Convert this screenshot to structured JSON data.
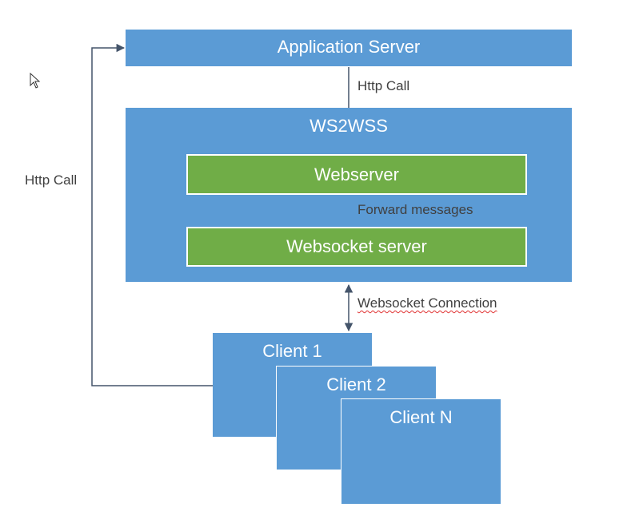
{
  "nodes": {
    "app_server": "Application Server",
    "ws2wss": "WS2WSS",
    "webserver": "Webserver",
    "websocket_server": "Websocket server",
    "client_1": "Client 1",
    "client_2": "Client 2",
    "client_n": "Client N"
  },
  "edges": {
    "http_call_top": "Http Call",
    "forward_messages": "Forward messages",
    "websocket_connection": "Websocket Connection",
    "http_call_left": "Http Call"
  },
  "colors": {
    "blue": "#5b9bd5",
    "green": "#70ad47",
    "line": "#44546a"
  },
  "icons": {
    "cursor": "mouse-pointer-icon"
  }
}
